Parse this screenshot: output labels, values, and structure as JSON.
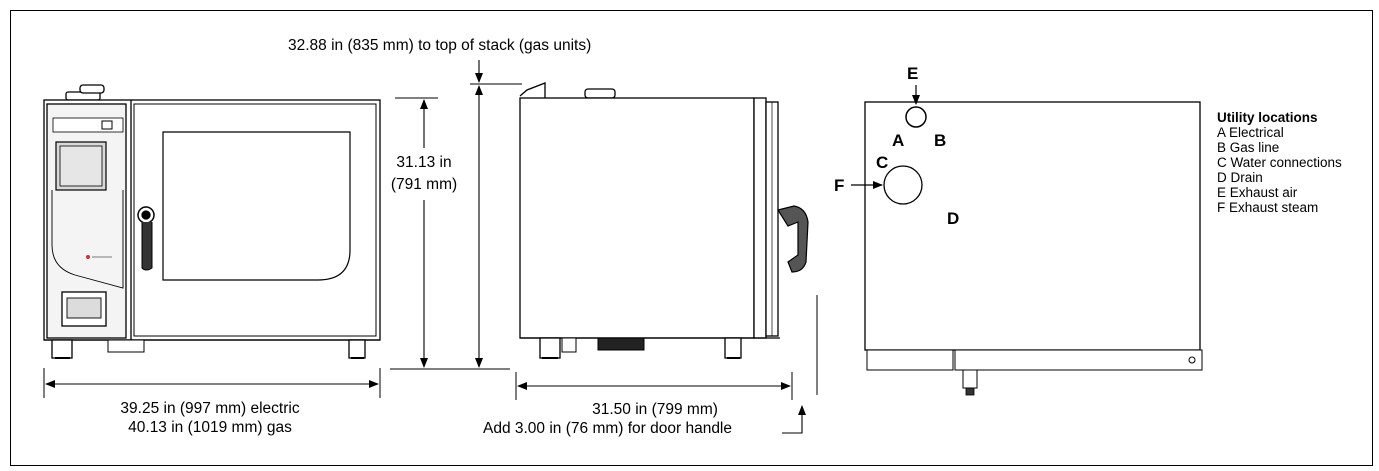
{
  "dimensions": {
    "stack_height": "32.88 in (835 mm) to top of stack (gas units)",
    "height_in": "31.13 in",
    "height_mm": "(791 mm)",
    "width_electric": "39.25 in (997 mm) electric",
    "width_gas": "40.13 in (1019 mm) gas",
    "depth": "31.50 in (799 mm)",
    "door_handle": "Add 3.00 in (76 mm) for door handle"
  },
  "markers": {
    "A": "A",
    "B": "B",
    "C": "C",
    "D": "D",
    "E": "E",
    "F": "F"
  },
  "legend": {
    "title": "Utility locations",
    "items": [
      "A  Electrical",
      "B  Gas line",
      "C  Water connections",
      "D  Drain",
      "E  Exhaust air",
      "F  Exhaust steam"
    ]
  },
  "colors": {
    "line": "#000000",
    "panel": "#f2f2f2",
    "screen": "#d9d9d9"
  }
}
